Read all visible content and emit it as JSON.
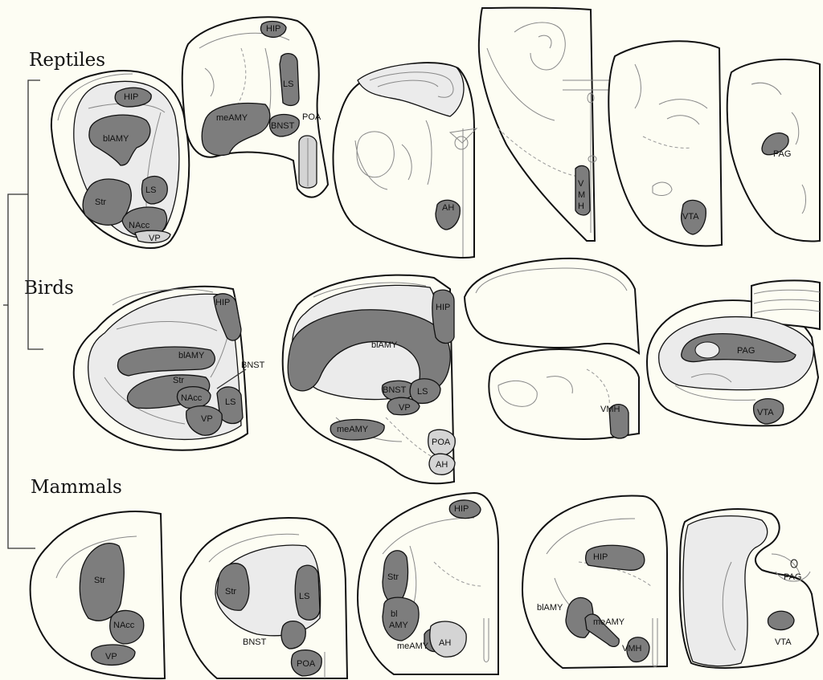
{
  "rows": {
    "reptiles": "Reptiles",
    "birds": "Birds",
    "mammals": "Mammals"
  },
  "regions": {
    "hip": "HIP",
    "ls": "LS",
    "meamy": "meAMY",
    "bnst": "BNST",
    "poa": "POA",
    "blamy": "blAMY",
    "str": "Str",
    "nacc": "NAcc",
    "vp": "VP",
    "ah": "AH",
    "vmh": "VMH",
    "vmh_v": "V",
    "vmh_m": "M",
    "vmh_h": "H",
    "pag": "PAG",
    "vta": "VTA",
    "bl_amy_bl": "bl",
    "bl_amy_amy": "AMY"
  }
}
